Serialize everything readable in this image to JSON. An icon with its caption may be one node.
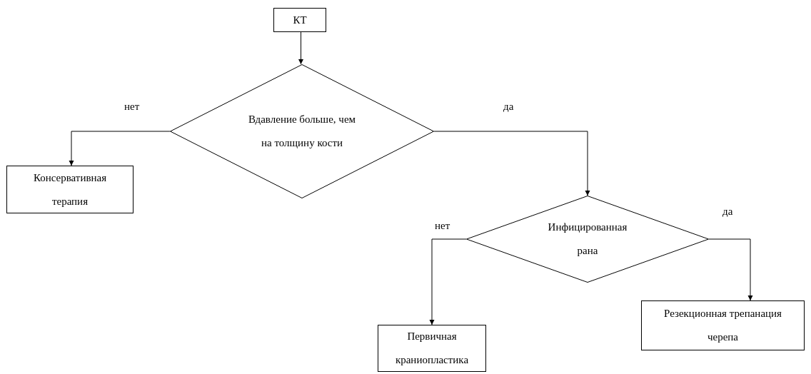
{
  "diagram": {
    "nodes": [
      {
        "text": [
          "КТ"
        ]
      },
      {
        "text": [
          "Вдавление больше, чем на толщину кости"
        ]
      },
      {
        "text": [
          "Консервативная терапия"
        ]
      },
      {
        "text": [
          "Инфицированная рана"
        ]
      },
      {
        "text": [
          "Первичная краниопластика"
        ]
      },
      {
        "text": [
          "Резекционная трепанация черепа"
        ]
      }
    ],
    "edges": [
      {
        "from": 0,
        "to": 1,
        "arrow": "to"
      },
      {
        "from": 1,
        "to": 2,
        "arrow": "to",
        "label": "нет"
      },
      {
        "from": 1,
        "to": 3,
        "arrow": "to",
        "label": "да"
      },
      {
        "from": 3,
        "to": 4,
        "arrow": "to",
        "label": "нет"
      },
      {
        "from": 3,
        "to": 5,
        "arrow": "to",
        "label": "да"
      }
    ]
  }
}
